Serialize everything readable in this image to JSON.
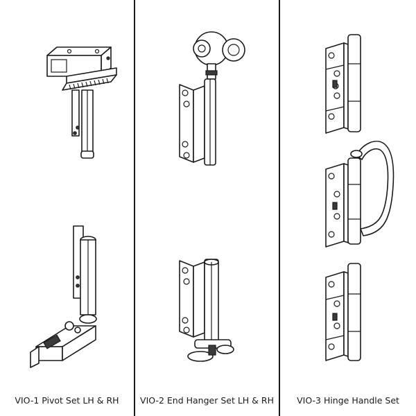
{
  "panels": [
    {
      "caption": "VIO-1 Pivot Set LH & RH"
    },
    {
      "caption": "VIO-2 End Hanger Set LH & RH"
    },
    {
      "caption": "VIO-3 Hinge Handle Set"
    }
  ]
}
